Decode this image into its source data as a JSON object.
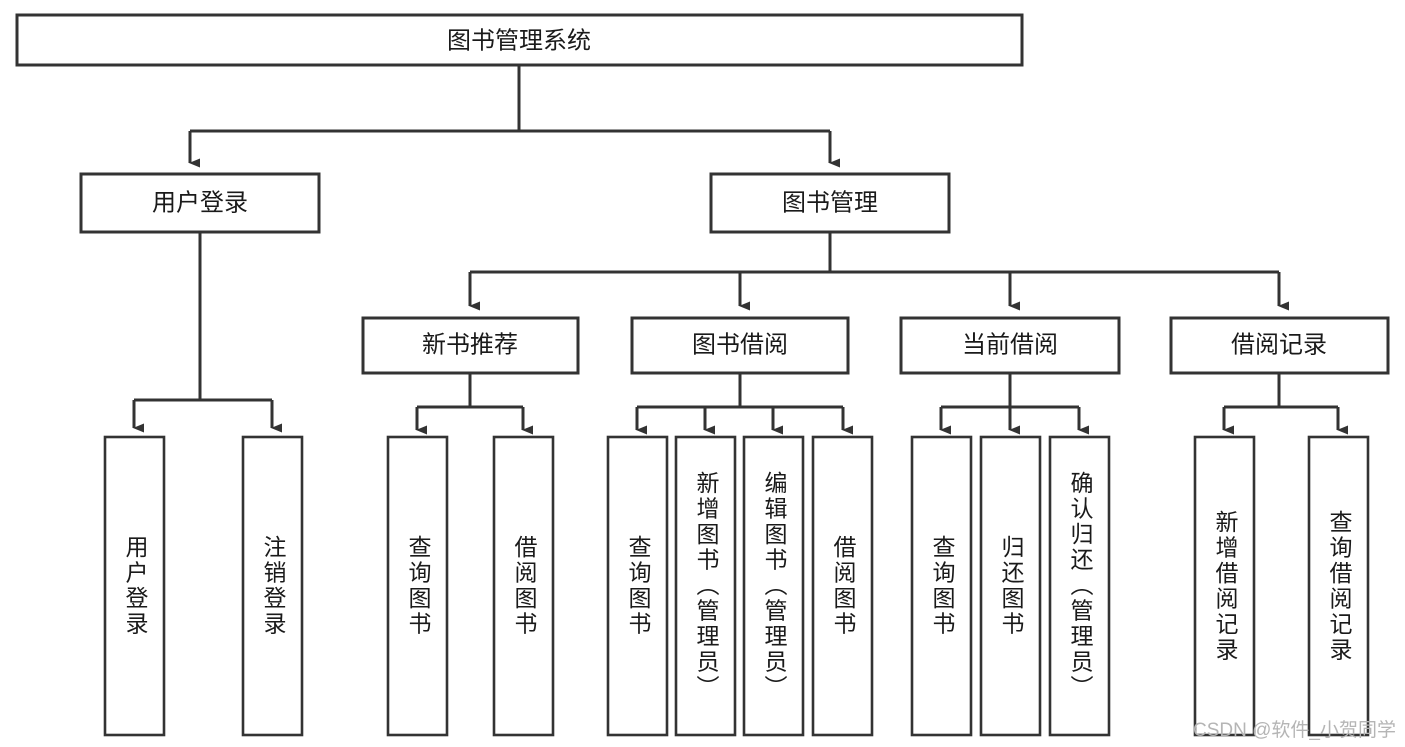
{
  "diagram": {
    "title": "图书管理系统",
    "type": "hierarchy-tree",
    "watermark": "CSDN @软件_小贺同学",
    "colors": {
      "stroke": "#333333",
      "fill": "#ffffff",
      "text": "#1a1a1a",
      "watermark": "#b5b5b5"
    },
    "root": {
      "label": "图书管理系统"
    },
    "level2": [
      {
        "label": "用户登录"
      },
      {
        "label": "图书管理"
      }
    ],
    "level3": [
      {
        "label": "新书推荐"
      },
      {
        "label": "图书借阅"
      },
      {
        "label": "当前借阅"
      },
      {
        "label": "借阅记录"
      }
    ],
    "leaves": {
      "user_login": [
        {
          "label": "用户登录"
        },
        {
          "label": "注销登录"
        }
      ],
      "new_book_recommend": [
        {
          "label": "查询图书"
        },
        {
          "label": "借阅图书"
        }
      ],
      "book_borrow": [
        {
          "label": "查询图书"
        },
        {
          "label": "新增图书（管理员）"
        },
        {
          "label": "编辑图书（管理员）"
        },
        {
          "label": "借阅图书"
        }
      ],
      "current_borrow": [
        {
          "label": "查询图书"
        },
        {
          "label": "归还图书"
        },
        {
          "label": "确认归还（管理员）"
        }
      ],
      "borrow_record": [
        {
          "label": "新增借阅记录"
        },
        {
          "label": "查询借阅记录"
        }
      ]
    }
  }
}
